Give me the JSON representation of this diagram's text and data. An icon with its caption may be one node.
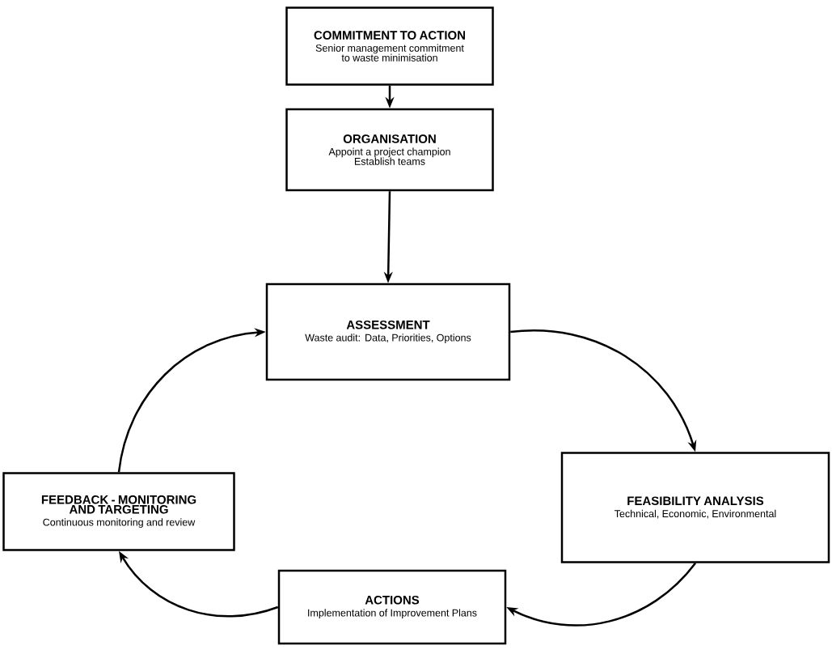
{
  "diagram": {
    "nodes": [
      {
        "text": [
          "COMMITMENT TO ACTION",
          "Senior management commitment to waste minimisation"
        ]
      },
      {
        "text": [
          "ORGANISATION",
          "Appoint a project champion",
          "Establish teams"
        ]
      },
      {
        "text": [
          "ASSESSMENT",
          "Waste audit: Data, Priorities, Options"
        ]
      },
      {
        "text": [
          "FEASIBILITY ANALYSIS",
          "Technical, Economic, Environmental"
        ]
      },
      {
        "text": [
          "ACTIONS",
          "Implementation of Improvement Plans"
        ]
      },
      {
        "text": [
          "FEEDBACK - MONITORING AND TARGETING",
          "Continuous monitoring and review"
        ]
      }
    ],
    "edges": [
      {
        "from": 0,
        "to": 1,
        "arrow": "to"
      },
      {
        "from": 1,
        "to": 2,
        "arrow": "to"
      },
      {
        "from": 2,
        "to": 3,
        "arrow": "to"
      },
      {
        "from": 3,
        "to": 4,
        "arrow": "to"
      },
      {
        "from": 4,
        "to": 5,
        "arrow": "to"
      },
      {
        "from": 5,
        "to": 2,
        "arrow": "to"
      }
    ]
  }
}
